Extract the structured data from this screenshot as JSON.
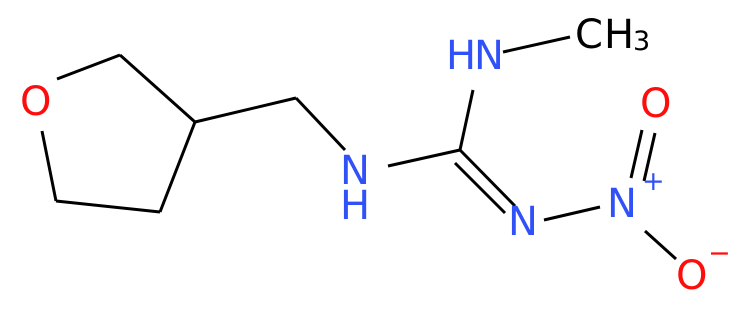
{
  "diagram": {
    "colors": {
      "bond": "#000000",
      "nitrogen": "#3050F8",
      "oxygen": "#FF0D0D",
      "carbon_text": "#000000"
    },
    "atoms": {
      "ring_oxygen": "O",
      "amine_n_left": "N",
      "amine_h_left": "H",
      "amine_n_top": "N",
      "amine_h_top": "H",
      "methyl_c": "C",
      "methyl_h": "H",
      "methyl_count": "3",
      "imine_n": "N",
      "nitro_n": "N",
      "nitro_n_charge": "+",
      "nitro_o_top": "O",
      "nitro_o_bottom": "O",
      "nitro_o_charge": "−"
    }
  }
}
